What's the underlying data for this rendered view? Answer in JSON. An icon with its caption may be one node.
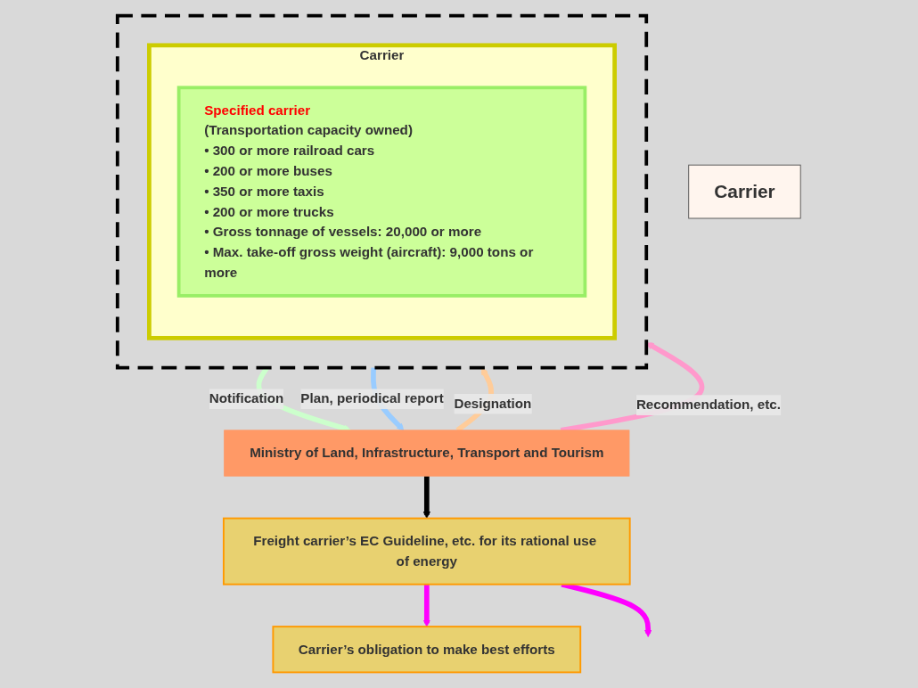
{
  "diagram": {
    "nodes": [
      {
        "text": [
          "Carrier"
        ]
      },
      {
        "text": [
          "Carrier’s obligation to make best efforts"
        ]
      },
      {
        "text": [
          "Freight carrier’s EC Guideline, etc. for its rational use of energy"
        ]
      },
      {
        "text": [],
        "shape": "box"
      },
      {
        "text": [
          "Carrier"
        ],
        "in": 3
      },
      {
        "text": [
          "Specified carrier",
          "(Transportation capacity owned)",
          "• 300 or more railroad cars",
          "• 200 or more buses",
          "• 350 or more taxis",
          "• 200 or more trucks",
          "• Gross tonnage of vessels: 20,000 or more",
          "• Max. take-off gross weight (aircraft): 9,000 tons or more"
        ],
        "in": 4
      },
      {
        "text": [
          "Ministry of Land, Infrastructure, Transport and Tourism"
        ]
      }
    ],
    "edges": [
      {
        "from": 2,
        "to": 1,
        "arrow": "to",
        "color": "#ff00ff"
      },
      {
        "from": 2,
        "to": null,
        "arrow": "to",
        "color": "#ff00ff"
      },
      {
        "from": 6,
        "to": 2,
        "arrow": "to",
        "color": "#000000"
      },
      {
        "from": 3,
        "to": 6,
        "label": "Notification",
        "arrow": "to",
        "color": "#ccffcc"
      },
      {
        "from": 6,
        "to": 3,
        "label": "Designation",
        "arrow": "to",
        "color": "#ffcc99"
      },
      {
        "from": 3,
        "to": 6,
        "label": "Plan, periodical report",
        "arrow": "to",
        "color": "#99ccff"
      },
      {
        "from": 6,
        "to": 3,
        "label": "Recommendation, etc.",
        "arrow": "to",
        "color": "#ff99cc"
      }
    ]
  }
}
